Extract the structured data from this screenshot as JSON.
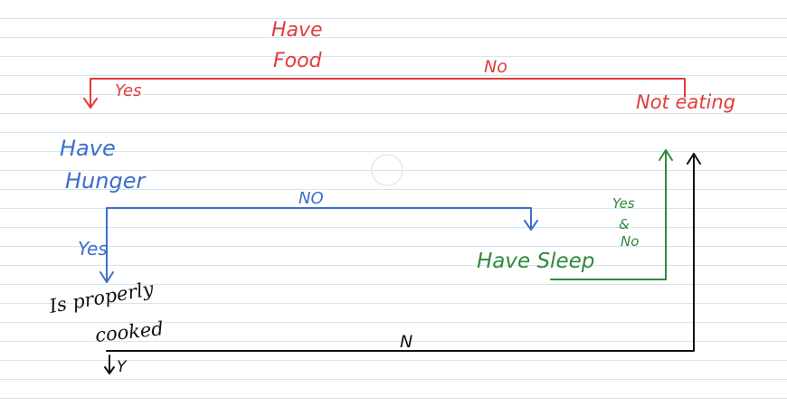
{
  "colors": {
    "red": "#e33b3b",
    "blue": "#3d6ec9",
    "green": "#2f8a3c",
    "black": "#111111",
    "rule_lines": "#cfe7ef"
  },
  "red_branch": {
    "title_line1": "Have",
    "title_line2": "Food",
    "yes_label": "Yes",
    "no_label": "No",
    "outcome_label": "Not eating"
  },
  "blue_branch": {
    "node_line1": "Have",
    "node_line2": "Hunger",
    "no_label": "NO",
    "yes_label": "Yes"
  },
  "green_branch": {
    "node_label": "Have Sleep",
    "yes_label": "Yes",
    "amp_label": "&",
    "no_label": "No"
  },
  "black_branch": {
    "node_line1": "Is properly",
    "node_line2": "cooked",
    "n_label": "N",
    "y_label": "Y"
  }
}
